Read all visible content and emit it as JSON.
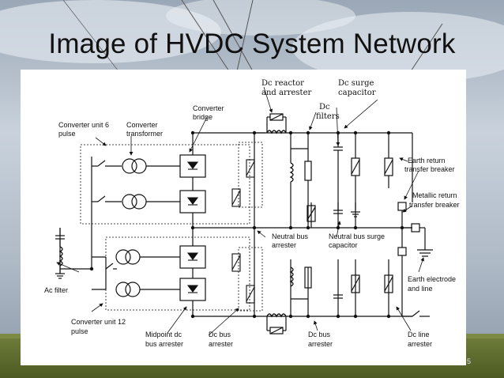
{
  "slide": {
    "title": "Image of HVDC System Network",
    "number": "5"
  },
  "diagram": {
    "labels": {
      "converter_unit_6_l1": "Converter unit 6",
      "converter_unit_6_l2": "pulse",
      "converter_transformer_l1": "Converter",
      "converter_transformer_l2": "transformer",
      "converter_bridge_l1": "Converter",
      "converter_bridge_l2": "bridge",
      "dc_reactor_l1": "Dc reactor",
      "dc_reactor_l2": "and arrester",
      "dc_surge_cap_l1": "Dc surge",
      "dc_surge_cap_l2": "capacitor",
      "dc_filters_l1": "Dc",
      "dc_filters_l2": "filters",
      "earth_return_l1": "Earth return",
      "earth_return_l2": "transfer breaker",
      "metallic_return_l1": "Metallic return",
      "metallic_return_l2": "transfer breaker",
      "neutral_bus_arrester_l1": "Neutral bus",
      "neutral_bus_arrester_l2": "arrester",
      "neutral_bus_surge_l1": "Neutral bus surge",
      "neutral_bus_surge_l2": "capacitor",
      "earth_electrode_l1": "Earth electrode",
      "earth_electrode_l2": "and line",
      "ac_filter": "Ac filter",
      "converter_unit_12_l1": "Converter unit 12",
      "converter_unit_12_l2": "pulse",
      "midpoint_arrester_l1": "Midpoint dc",
      "midpoint_arrester_l2": "bus arrester",
      "dc_bus_arrester_1_l1": "Dc bus",
      "dc_bus_arrester_1_l2": "arrester",
      "dc_bus_arrester_2_l1": "Dc bus",
      "dc_bus_arrester_2_l2": "arrester",
      "dc_line_arrester_l1": "Dc line",
      "dc_line_arrester_l2": "arrester"
    }
  }
}
